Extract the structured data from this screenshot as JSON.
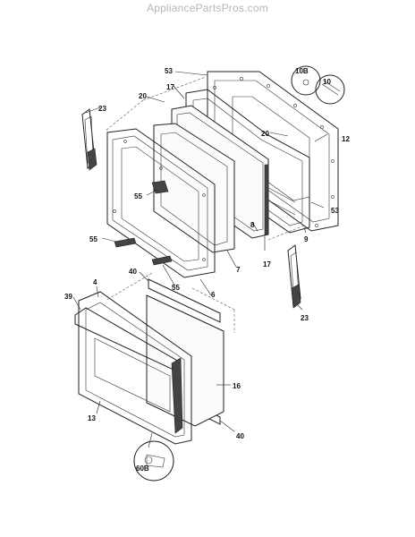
{
  "watermark": "AppliancePartsPros.com",
  "callouts": {
    "c53a": "53",
    "c20a": "20",
    "c17a": "17",
    "c23a": "23",
    "c10b": "10B",
    "c10": "10",
    "c12": "12",
    "c20b": "20",
    "c55a": "55",
    "c7": "7",
    "c8": "8",
    "c17b": "17",
    "c9": "9",
    "c53b": "53",
    "c55b": "55",
    "c40a": "40",
    "c55c": "55",
    "c6": "6",
    "c4": "4",
    "c39": "39",
    "c23b": "23",
    "c16": "16",
    "c13": "13",
    "c40b": "40",
    "c60b": "60B"
  }
}
